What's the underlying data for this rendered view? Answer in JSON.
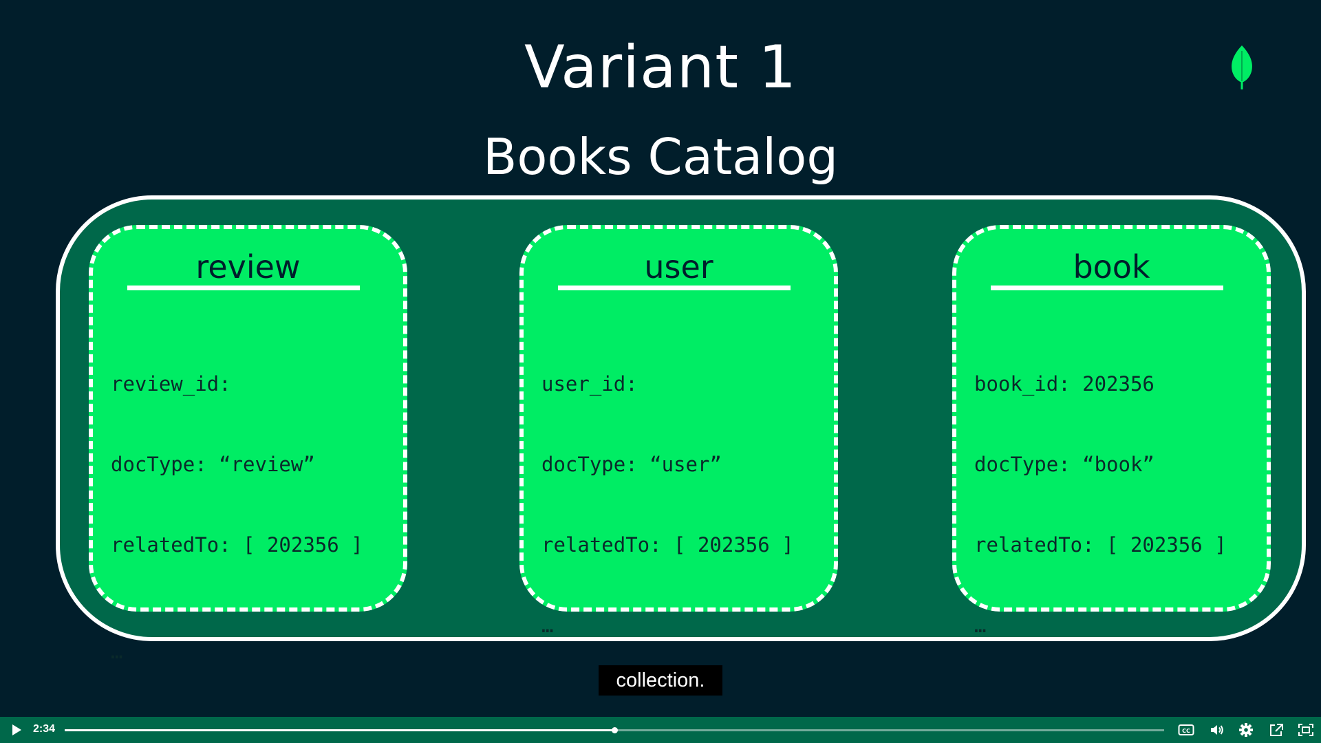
{
  "slide": {
    "title": "Variant 1",
    "subtitle": "Books Catalog"
  },
  "cards": [
    {
      "title": "review",
      "lines": [
        "review_id:",
        "docType: “review”",
        "relatedTo: [ 202356 ]"
      ],
      "ellipsis": "…"
    },
    {
      "title": "user",
      "lines": [
        "user_id:",
        "docType: “user”",
        "relatedTo: [ 202356 ]"
      ],
      "ellipsis": "…"
    },
    {
      "title": "book",
      "lines": [
        "book_id: 202356",
        "docType: “book”",
        "relatedTo: [ 202356 ]"
      ],
      "ellipsis": "…"
    }
  ],
  "caption": "collection.",
  "player": {
    "time": "2:34",
    "progress_fraction": 0.5,
    "icons": [
      "play-icon",
      "closed-captions-icon",
      "volume-icon",
      "settings-icon",
      "share-icon",
      "fullscreen-icon"
    ]
  },
  "colors": {
    "background": "#011E2B",
    "collection": "#00684A",
    "document": "#00ED64",
    "border": "#FFFFFF"
  }
}
